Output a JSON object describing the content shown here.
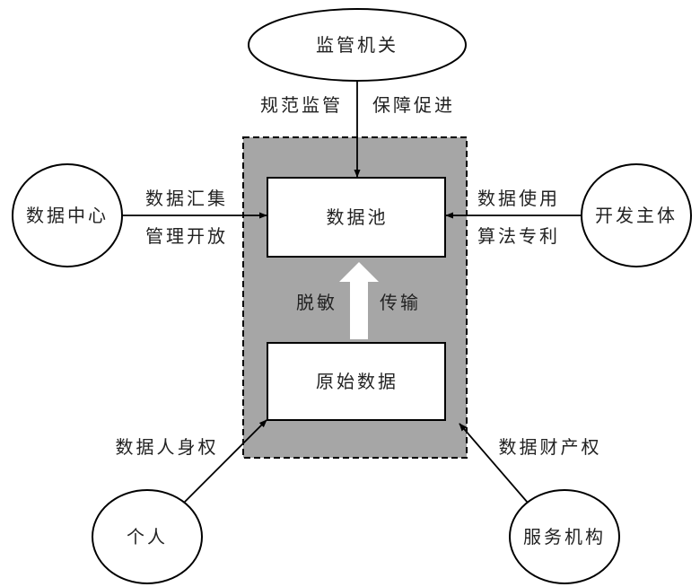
{
  "nodes": {
    "regulator": "监管机关",
    "data_center": "数据中心",
    "developer": "开发主体",
    "individual": "个人",
    "service_org": "服务机构",
    "data_pool": "数据池",
    "raw_data": "原始数据"
  },
  "edges": {
    "regulator_left": "规范监管",
    "regulator_right": "保障促进",
    "center_top": "数据汇集",
    "center_bottom": "管理开放",
    "developer_top": "数据使用",
    "developer_bottom": "算法专利",
    "desensitize": "脱敏",
    "transmit": "传输",
    "personal_rights": "数据人身权",
    "property_rights": "数据财产权"
  },
  "colors": {
    "container_fill": "#a6a6a6",
    "stroke": "#000000",
    "box_fill": "#ffffff"
  }
}
